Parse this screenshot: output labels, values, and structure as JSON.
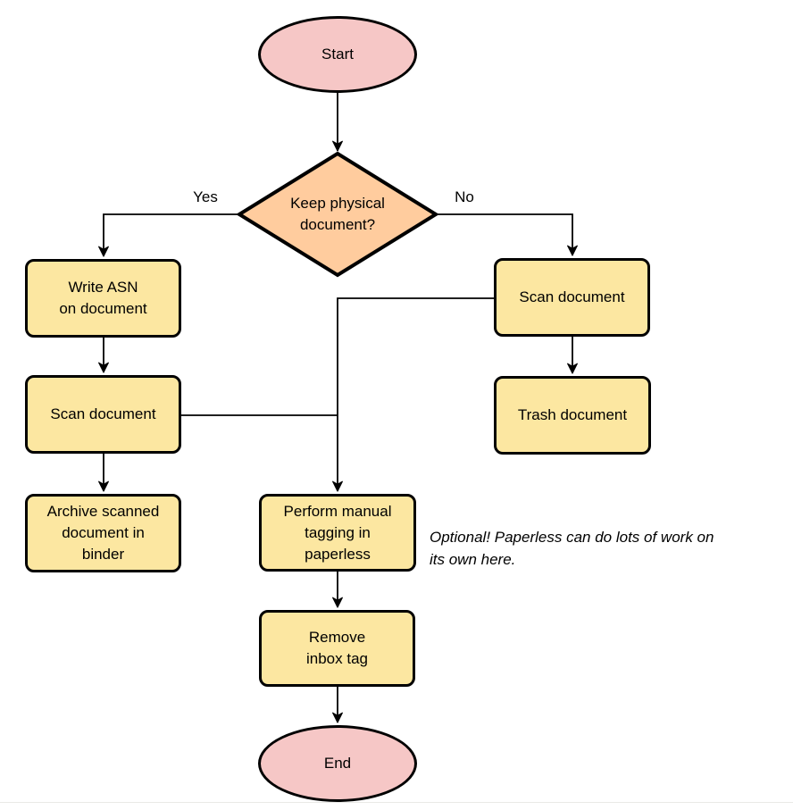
{
  "colors": {
    "terminator_fill": "#F6C7C6",
    "decision_fill": "#FFCC9E",
    "process_fill": "#FCE7A1",
    "stroke": "#000000"
  },
  "nodes": {
    "start": {
      "type": "terminator",
      "label": "Start"
    },
    "decision": {
      "type": "decision",
      "label": "Keep physical\ndocument?"
    },
    "write_asn": {
      "type": "process",
      "label": "Write ASN\non document"
    },
    "scan_left": {
      "type": "process",
      "label": "Scan document"
    },
    "archive": {
      "type": "process",
      "label": "Archive scanned\ndocument in\nbinder"
    },
    "scan_right": {
      "type": "process",
      "label": "Scan document"
    },
    "trash": {
      "type": "process",
      "label": "Trash document"
    },
    "tagging": {
      "type": "process",
      "label": "Perform manual\ntagging in\npaperless"
    },
    "remove_inbox": {
      "type": "process",
      "label": "Remove\ninbox tag"
    },
    "end": {
      "type": "terminator",
      "label": "End"
    }
  },
  "edge_labels": {
    "yes": "Yes",
    "no": "No"
  },
  "annotation": "Optional! Paperless can do lots of work on\nits own here."
}
